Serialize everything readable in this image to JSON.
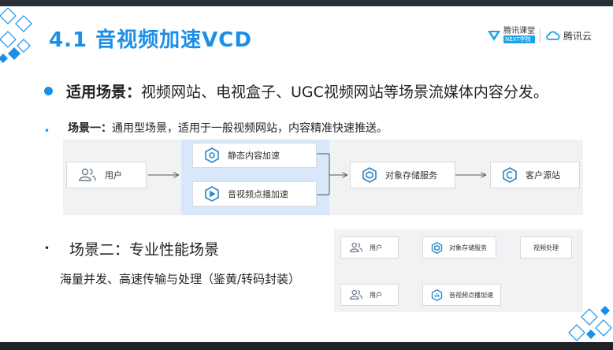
{
  "title": "4.1 音视频加速VCD",
  "logos": {
    "logo1_main": "腾讯课堂",
    "logo1_sub": "NEXT学院",
    "logo2": "腾讯云"
  },
  "bullet1": {
    "label": "适用场景：",
    "text": "视频网站、电视盒子、UGC视频网站等场景流媒体内容分发。"
  },
  "bullet2": {
    "label": "场景一：",
    "text": "通用型场景，适用于一般视频网站，内容精准快速推送。"
  },
  "diagram1": {
    "user": "用户",
    "static": "静态内容加速",
    "vod": "音视频点播加速",
    "storage": "对象存储服务",
    "origin": "客户源站"
  },
  "bullet3": {
    "text": "场景二：专业性能场景"
  },
  "sub3": "海量并发、高速传输与处理（鉴黄/转码封装）",
  "diagram2": {
    "user1": "用户",
    "storage": "对象存储服务",
    "processing": "视频处理",
    "user2": "用户",
    "vod": "音视频点播加速"
  },
  "colors": {
    "accent": "#1a8fe8",
    "panel": "#f1f2f4",
    "highlight": "#d8e7f9"
  }
}
